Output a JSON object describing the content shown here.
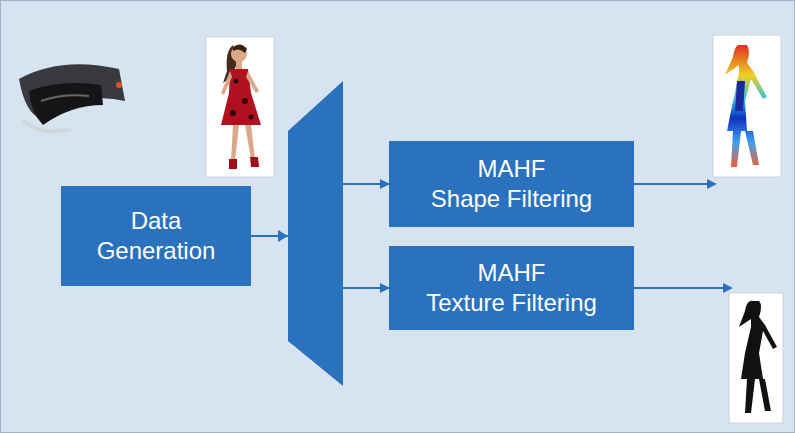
{
  "diagram": {
    "nodes": [
      {
        "text": [
          "Data Generation"
        ]
      },
      {
        "text": [
          "MAHF",
          "Shape Filtering"
        ]
      },
      {
        "text": [
          "MAHF",
          "Texture Filtering"
        ]
      }
    ],
    "edges": [
      {
        "from": 0,
        "to": 1,
        "arrow": "to"
      },
      {
        "from": 0,
        "to": 2,
        "arrow": "to"
      }
    ]
  }
}
